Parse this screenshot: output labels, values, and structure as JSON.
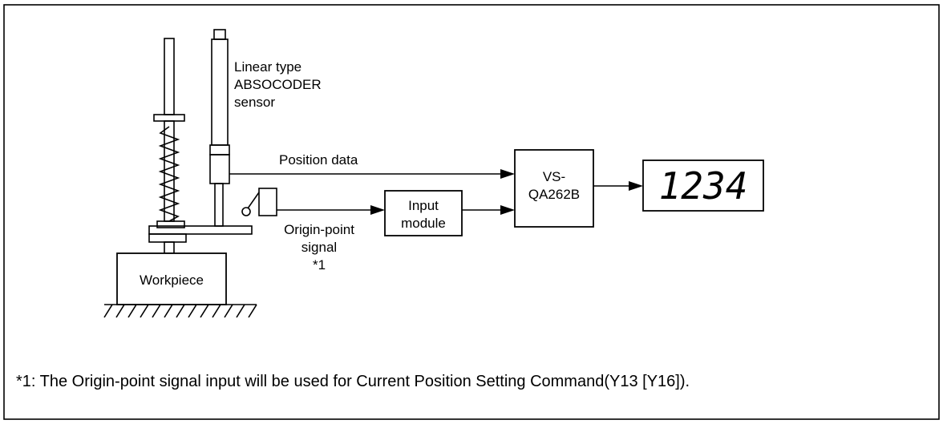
{
  "labels": {
    "sensor_line1": "Linear type",
    "sensor_line2": "ABSOCODER",
    "sensor_line3": "sensor",
    "position_data": "Position data",
    "input_module_line1": "Input",
    "input_module_line2": "module",
    "origin_line1": "Origin-point",
    "origin_line2": "signal",
    "origin_line3": "*1",
    "controller_line1": "VS-",
    "controller_line2": "QA262B",
    "display_value": "1234",
    "workpiece": "Workpiece"
  },
  "footnote": "*1: The Origin-point signal input will be used for Current Position Setting Command(Y13 [Y16])."
}
